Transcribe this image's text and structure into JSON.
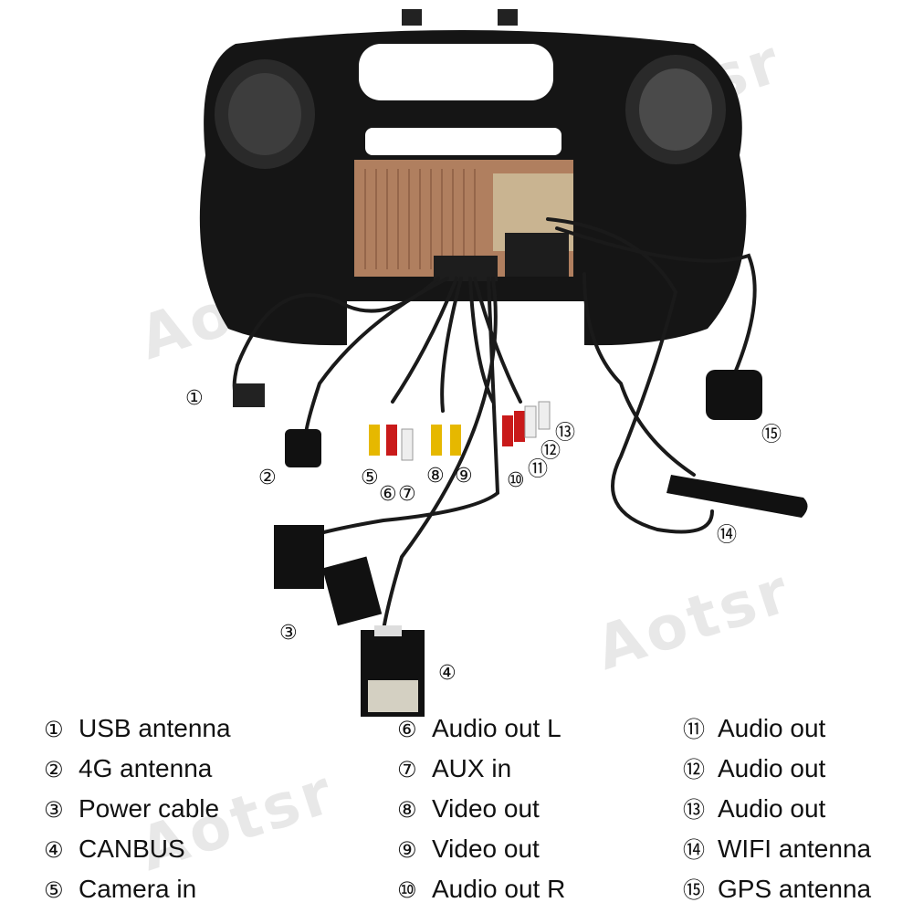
{
  "watermark": {
    "text": "Aotsr"
  },
  "markers": [
    {
      "id": 1,
      "glyph": "①"
    },
    {
      "id": 2,
      "glyph": "②"
    },
    {
      "id": 3,
      "glyph": "③"
    },
    {
      "id": 4,
      "glyph": "④"
    },
    {
      "id": 5,
      "glyph": "⑤"
    },
    {
      "id": 6,
      "glyph": "⑥"
    },
    {
      "id": 7,
      "glyph": "⑦"
    },
    {
      "id": 8,
      "glyph": "⑧"
    },
    {
      "id": 9,
      "glyph": "⑨"
    },
    {
      "id": 10,
      "glyph": "⑩"
    },
    {
      "id": 11,
      "glyph": "⑪"
    },
    {
      "id": 12,
      "glyph": "⑫"
    },
    {
      "id": 13,
      "glyph": "⑬"
    },
    {
      "id": 14,
      "glyph": "⑭"
    },
    {
      "id": 15,
      "glyph": "⑮"
    }
  ],
  "legend": [
    {
      "glyph": "①",
      "label": "USB antenna"
    },
    {
      "glyph": "②",
      "label": "4G antenna"
    },
    {
      "glyph": "③",
      "label": "Power cable"
    },
    {
      "glyph": "④",
      "label": "CANBUS"
    },
    {
      "glyph": "⑤",
      "label": "Camera in"
    },
    {
      "glyph": "⑥",
      "label": "Audio out L"
    },
    {
      "glyph": "⑦",
      "label": "AUX in"
    },
    {
      "glyph": "⑧",
      "label": "Video out"
    },
    {
      "glyph": "⑨",
      "label": "Video out"
    },
    {
      "glyph": "⑩",
      "label": "Audio out R"
    },
    {
      "glyph": "⑪",
      "label": "Audio out"
    },
    {
      "glyph": "⑫",
      "label": "Audio out"
    },
    {
      "glyph": "⑬",
      "label": "Audio out"
    },
    {
      "glyph": "⑭",
      "label": "WIFI antenna"
    },
    {
      "glyph": "⑮",
      "label": "GPS antenna"
    }
  ]
}
